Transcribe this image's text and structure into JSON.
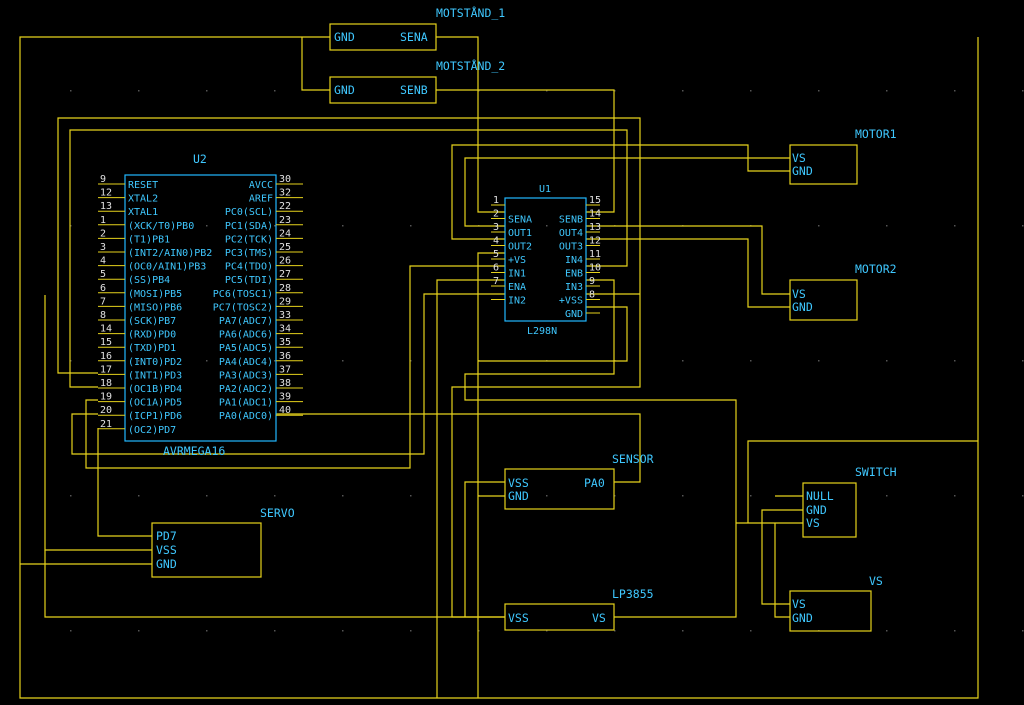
{
  "components": {
    "motstand1": {
      "name": "MOTSTÅND_1",
      "pins": [
        "GND",
        "SENA"
      ]
    },
    "motstand2": {
      "name": "MOTSTÅND_2",
      "pins": [
        "GND",
        "SENB"
      ]
    },
    "motor1": {
      "name": "MOTOR1",
      "pins": [
        "VS",
        "GND"
      ]
    },
    "motor2": {
      "name": "MOTOR2",
      "pins": [
        "VS",
        "GND"
      ]
    },
    "sensor": {
      "name": "SENSOR",
      "pins": [
        "VSS",
        "GND",
        "PA0"
      ]
    },
    "switch": {
      "name": "SWITCH",
      "pins": [
        "NULL",
        "GND",
        "VS"
      ]
    },
    "servo": {
      "name": "SERVO",
      "pins": [
        "PD7",
        "VSS",
        "GND"
      ]
    },
    "lp3855": {
      "name": "LP3855",
      "pins": [
        "VSS",
        "VS"
      ]
    },
    "vs": {
      "name": "VS",
      "pins": [
        "VS",
        "GND"
      ]
    }
  },
  "u2": {
    "ref": "U2",
    "part": "AVRMEGA16",
    "left_pins": [
      {
        "num": "9",
        "name": "RESET"
      },
      {
        "num": "12",
        "name": "XTAL2"
      },
      {
        "num": "13",
        "name": "XTAL1"
      },
      {
        "num": "1",
        "name": "(XCK/T0)PB0"
      },
      {
        "num": "2",
        "name": "(T1)PB1"
      },
      {
        "num": "3",
        "name": "(INT2/AIN0)PB2"
      },
      {
        "num": "4",
        "name": "(OC0/AIN1)PB3"
      },
      {
        "num": "5",
        "name": "(SS)PB4"
      },
      {
        "num": "6",
        "name": "(MOSI)PB5"
      },
      {
        "num": "7",
        "name": "(MISO)PB6"
      },
      {
        "num": "8",
        "name": "(SCK)PB7"
      },
      {
        "num": "14",
        "name": "(RXD)PD0"
      },
      {
        "num": "15",
        "name": "(TXD)PD1"
      },
      {
        "num": "16",
        "name": "(INT0)PD2"
      },
      {
        "num": "17",
        "name": "(INT1)PD3"
      },
      {
        "num": "18",
        "name": "(OC1B)PD4"
      },
      {
        "num": "19",
        "name": "(OC1A)PD5"
      },
      {
        "num": "20",
        "name": "(ICP1)PD6"
      },
      {
        "num": "21",
        "name": "(OC2)PD7"
      }
    ],
    "right_pins": [
      {
        "num": "30",
        "name": "AVCC"
      },
      {
        "num": "32",
        "name": "AREF"
      },
      {
        "num": "22",
        "name": "PC0(SCL)"
      },
      {
        "num": "23",
        "name": "PC1(SDA)"
      },
      {
        "num": "24",
        "name": "PC2(TCK)"
      },
      {
        "num": "25",
        "name": "PC3(TMS)"
      },
      {
        "num": "26",
        "name": "PC4(TDO)"
      },
      {
        "num": "27",
        "name": "PC5(TDI)"
      },
      {
        "num": "28",
        "name": "PC6(TOSC1)"
      },
      {
        "num": "29",
        "name": "PC7(TOSC2)"
      },
      {
        "num": "33",
        "name": "PA7(ADC7)"
      },
      {
        "num": "34",
        "name": "PA6(ADC6)"
      },
      {
        "num": "35",
        "name": "PA5(ADC5)"
      },
      {
        "num": "36",
        "name": "PA4(ADC4)"
      },
      {
        "num": "37",
        "name": "PA3(ADC3)"
      },
      {
        "num": "38",
        "name": "PA2(ADC2)"
      },
      {
        "num": "39",
        "name": "PA1(ADC1)"
      },
      {
        "num": "40",
        "name": "PA0(ADC0)"
      }
    ]
  },
  "u1": {
    "ref": "U1",
    "part": "L298N",
    "left_pins": [
      {
        "num": "1",
        "name": ""
      },
      {
        "num": "2",
        "name": "SENA"
      },
      {
        "num": "3",
        "name": "OUT1"
      },
      {
        "num": "4",
        "name": "OUT2"
      },
      {
        "num": "5",
        "name": "+VS"
      },
      {
        "num": "6",
        "name": "IN1"
      },
      {
        "num": "7",
        "name": "ENA"
      },
      {
        "num": "",
        "name": "IN2"
      }
    ],
    "right_pins": [
      {
        "num": "15",
        "name": ""
      },
      {
        "num": "14",
        "name": "SENB"
      },
      {
        "num": "13",
        "name": "OUT4"
      },
      {
        "num": "12",
        "name": "OUT3"
      },
      {
        "num": "11",
        "name": "IN4"
      },
      {
        "num": "10",
        "name": "ENB"
      },
      {
        "num": "9",
        "name": "IN3"
      },
      {
        "num": "8",
        "name": "+VSS"
      },
      {
        "num": "",
        "name": "GND"
      }
    ]
  }
}
